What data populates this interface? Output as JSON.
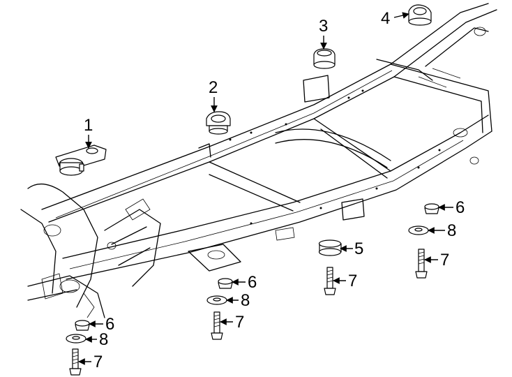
{
  "callouts": {
    "c1": "1",
    "c2": "2",
    "c3": "3",
    "c4": "4",
    "c5": "5",
    "c6a": "6",
    "c6b": "6",
    "c6c": "6",
    "c7a": "7",
    "c7b": "7",
    "c7c": "7",
    "c7d": "7",
    "c8a": "8",
    "c8b": "8",
    "c8c": "8"
  }
}
